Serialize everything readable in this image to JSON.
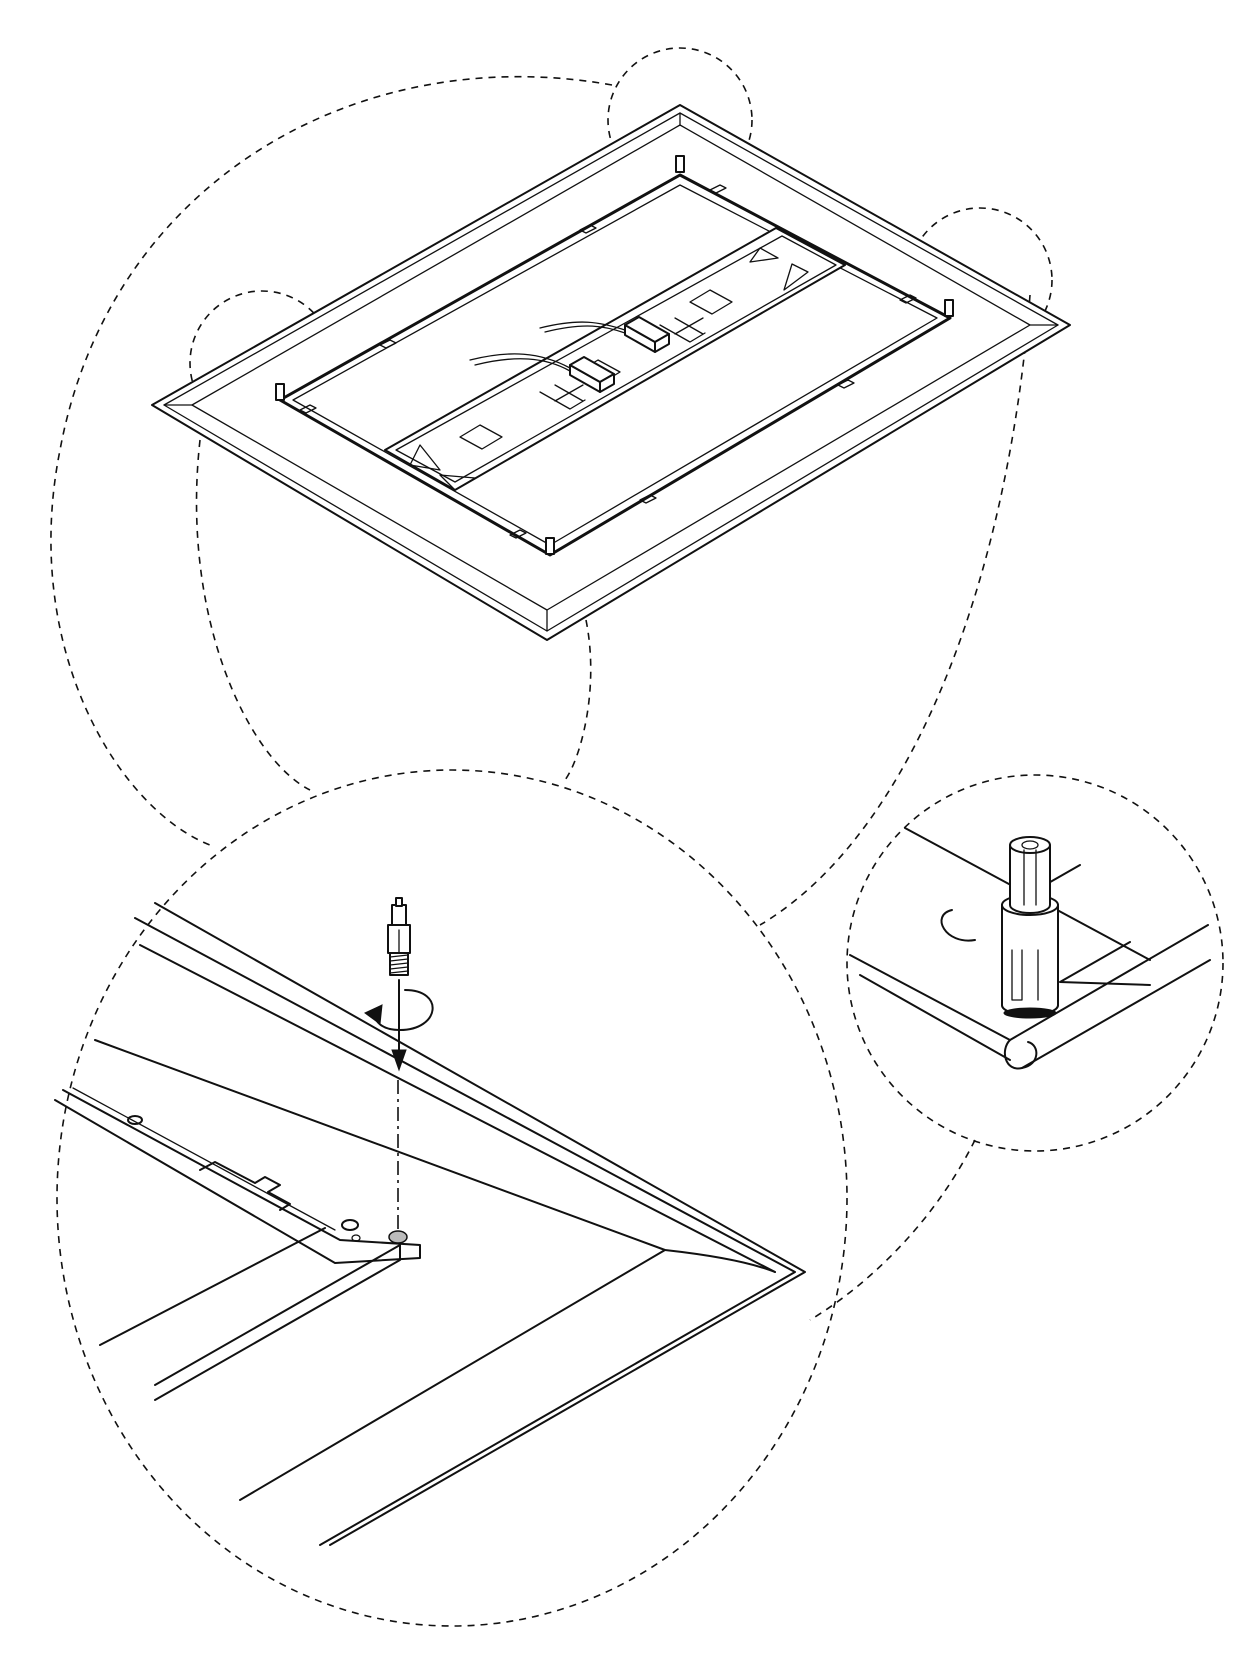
{
  "figure": {
    "kind": "assembly-instruction",
    "colors": {
      "line": "#111111",
      "background": "#ffffff",
      "hole_fill": "#bbbbbb"
    },
    "views": [
      {
        "name": "overview-panel",
        "description_icon": "panel-isometric"
      },
      {
        "name": "corner-detail-left",
        "description_icon": "screw-insertion"
      },
      {
        "name": "corner-detail-right",
        "description_icon": "installed-pin"
      }
    ],
    "detail_callouts": 4,
    "arrows": [
      "rotate-clockwise-arrow",
      "insert-down-arrow"
    ]
  }
}
